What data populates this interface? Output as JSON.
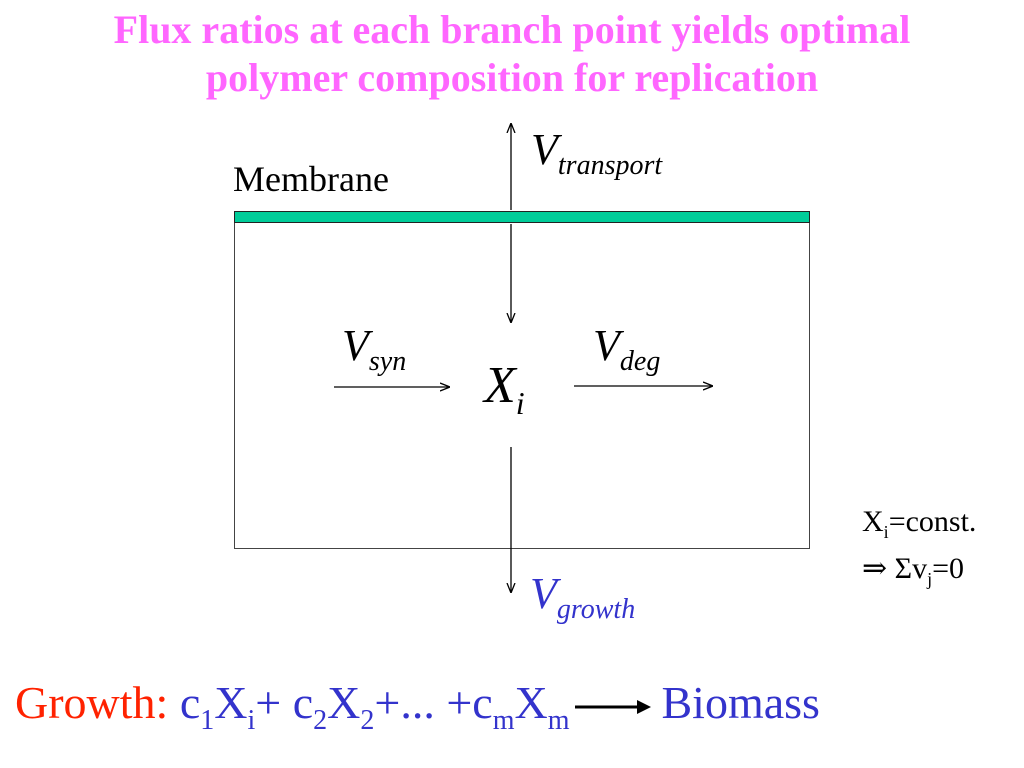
{
  "title": {
    "line1": "Flux ratios at each branch point yields optimal",
    "line2": "polymer composition for replication"
  },
  "membrane_label": "Membrane",
  "colors": {
    "title": "#ff66ff",
    "membrane": "#00cc99",
    "growth_flux": "#3333cc",
    "growth_word": "#ff2200",
    "equation": "#3333cc"
  },
  "fluxes": {
    "transport": {
      "symbol": "V",
      "subscript": "transport"
    },
    "syn": {
      "symbol": "V",
      "subscript": "syn"
    },
    "deg": {
      "symbol": "V",
      "subscript": "deg"
    },
    "growth": {
      "symbol": "V",
      "subscript": "growth"
    }
  },
  "metabolite": {
    "symbol": "X",
    "subscript": "i"
  },
  "side_note": {
    "line1_symbol": "X",
    "line1_subscript": "i",
    "line1_rest": "=const.",
    "line2_prefix": "⇒ Σv",
    "line2_subscript": "j",
    "line2_rest": "=0"
  },
  "growth_equation": {
    "label": "Growth:",
    "c1": "c",
    "c1_sub": "1",
    "x1": "X",
    "x1_sub": "i",
    "plus1": "+ ",
    "c2": "c",
    "c2_sub": "2",
    "x2": "X",
    "x2_sub": "2",
    "ellipsis": "+... +",
    "cm": "c",
    "cm_sub": "m",
    "xm": "X",
    "xm_sub": "m",
    "product": "Biomass"
  }
}
